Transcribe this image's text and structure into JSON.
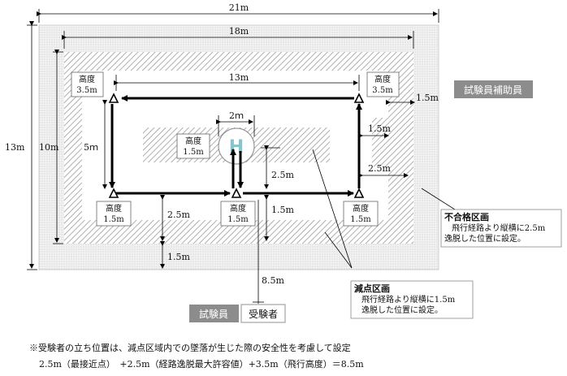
{
  "dimensions": {
    "outer_width": "21m",
    "inner_width": "18m",
    "flight_width": "13m",
    "outer_height": "13m",
    "inner_height": "10m",
    "flight_height": "5ｍ",
    "helipad_width": "2ｍ",
    "right_margin_top": "1.5m",
    "right_margin_mid": "1.5m",
    "right_margin_low": "2.5m",
    "center_drop": "2.5m",
    "bottom_left_25": "2.5m",
    "bottom_left_15": "1.5m",
    "bottom_center_15": "1.5m",
    "examinee_distance": "8.5m"
  },
  "altitude_labels": {
    "top_left": [
      "高度",
      "3.5m"
    ],
    "top_right": [
      "高度",
      "3.5m"
    ],
    "center": [
      "高度",
      "1.5m"
    ],
    "bottom_left": [
      "高度",
      "1.5m"
    ],
    "bottom_center": [
      "高度",
      "1.5m"
    ],
    "bottom_right": [
      "高度",
      "1.5m"
    ]
  },
  "helipad_symbol": "H",
  "assistant_label": "試験員補助員",
  "examiner_label": "試験員",
  "examinee_label": "受験者",
  "fail_zone": {
    "title": "不合格区画",
    "line1": "飛行経路より縦横に2.5m",
    "line2": "逸脱した位置に設定。"
  },
  "deduction_zone": {
    "title": "減点区画",
    "line1": "飛行経路より縦横に1.5m",
    "line2": "逸脱した位置に設定。"
  },
  "footnote": {
    "line1": "※受験者の立ち位置は、減点区域内での墜落が生じた際の安全性を考慮して設定",
    "line2": "2.5m（最接近点）　+2.5m（経路逸脱最大許容値）+3.5m（飛行高度）＝8.5m"
  }
}
